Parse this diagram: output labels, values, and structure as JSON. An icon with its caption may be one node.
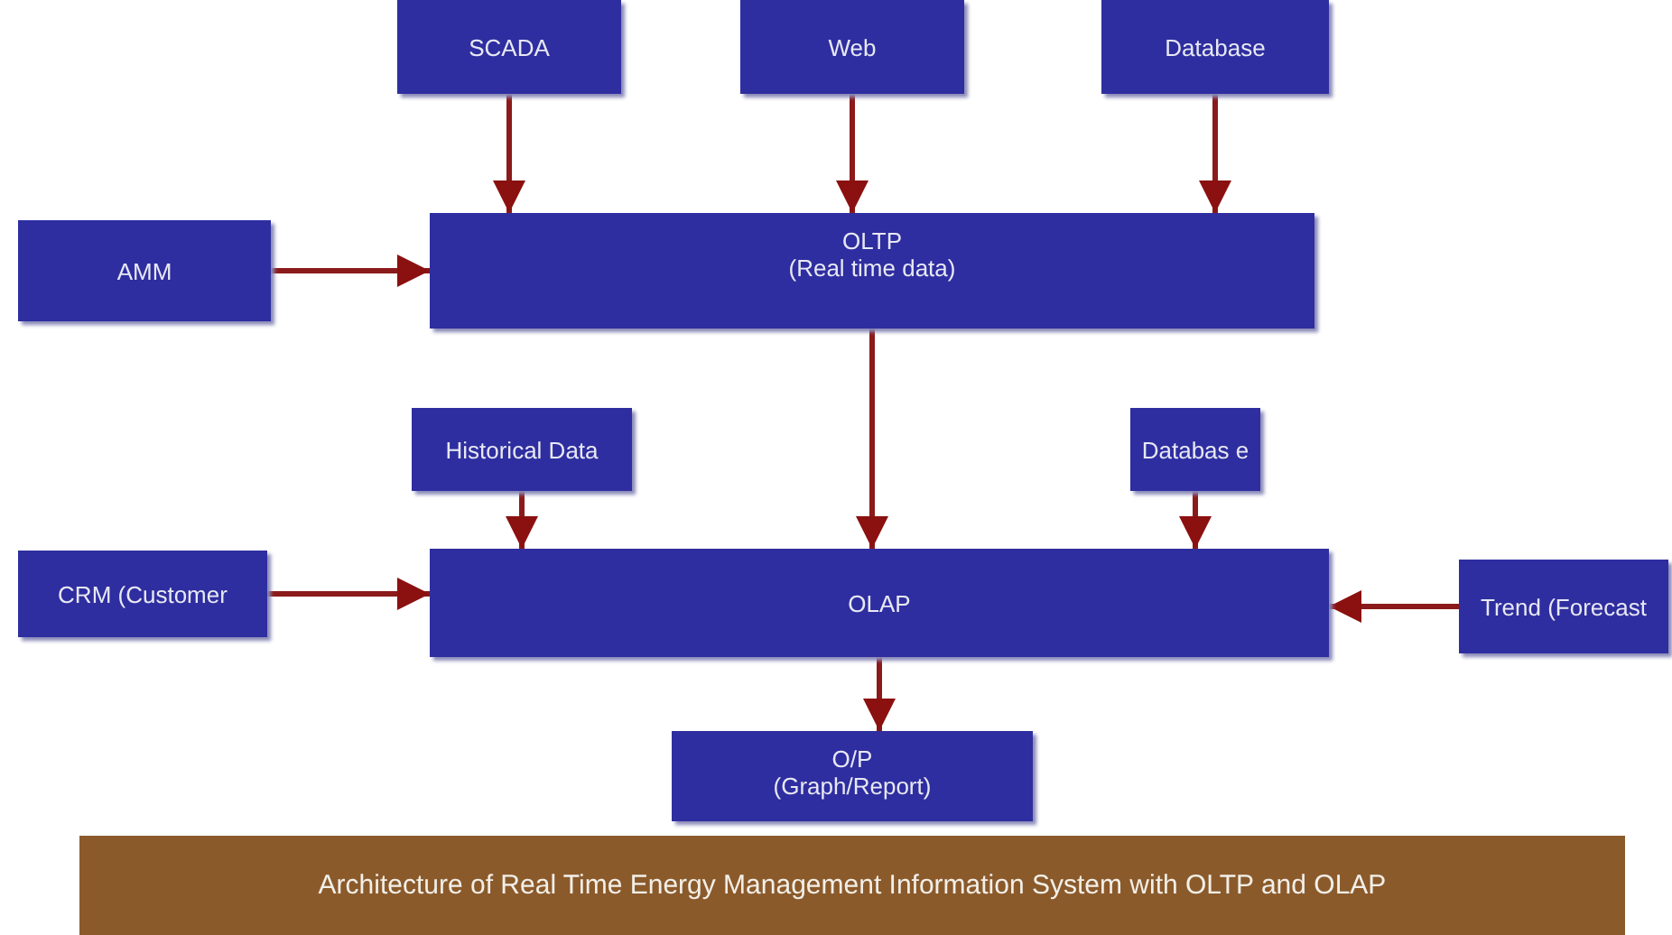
{
  "diagram": {
    "caption": "Architecture of Real Time Energy Management Information System with OLTP and OLAP",
    "nodes": [
      {
        "text": [
          "SCADA"
        ]
      },
      {
        "text": [
          "Web"
        ]
      },
      {
        "text": [
          "Database"
        ]
      },
      {
        "text": [
          "AMM"
        ]
      },
      {
        "text": [
          "OLTP",
          "(Real time data)"
        ]
      },
      {
        "text": [
          "Historical Data"
        ]
      },
      {
        "text": [
          "Databas e"
        ]
      },
      {
        "text": [
          "CRM (Customer"
        ]
      },
      {
        "text": [
          "OLAP"
        ]
      },
      {
        "text": [
          "Trend (Forecast"
        ]
      },
      {
        "text": [
          "O/P",
          "(Graph/Report)"
        ]
      }
    ],
    "edges": [
      {
        "from": 0,
        "to": 4,
        "arrow": "to"
      },
      {
        "from": 1,
        "to": 4,
        "arrow": "to"
      },
      {
        "from": 2,
        "to": 4,
        "arrow": "to"
      },
      {
        "from": 3,
        "to": 4,
        "arrow": "to"
      },
      {
        "from": 4,
        "to": 8,
        "arrow": "to"
      },
      {
        "from": 5,
        "to": 8,
        "arrow": "to"
      },
      {
        "from": 6,
        "to": 8,
        "arrow": "to"
      },
      {
        "from": 7,
        "to": 8,
        "arrow": "to"
      },
      {
        "from": 9,
        "to": 8,
        "arrow": "to"
      },
      {
        "from": 8,
        "to": 10,
        "arrow": "to"
      }
    ]
  }
}
